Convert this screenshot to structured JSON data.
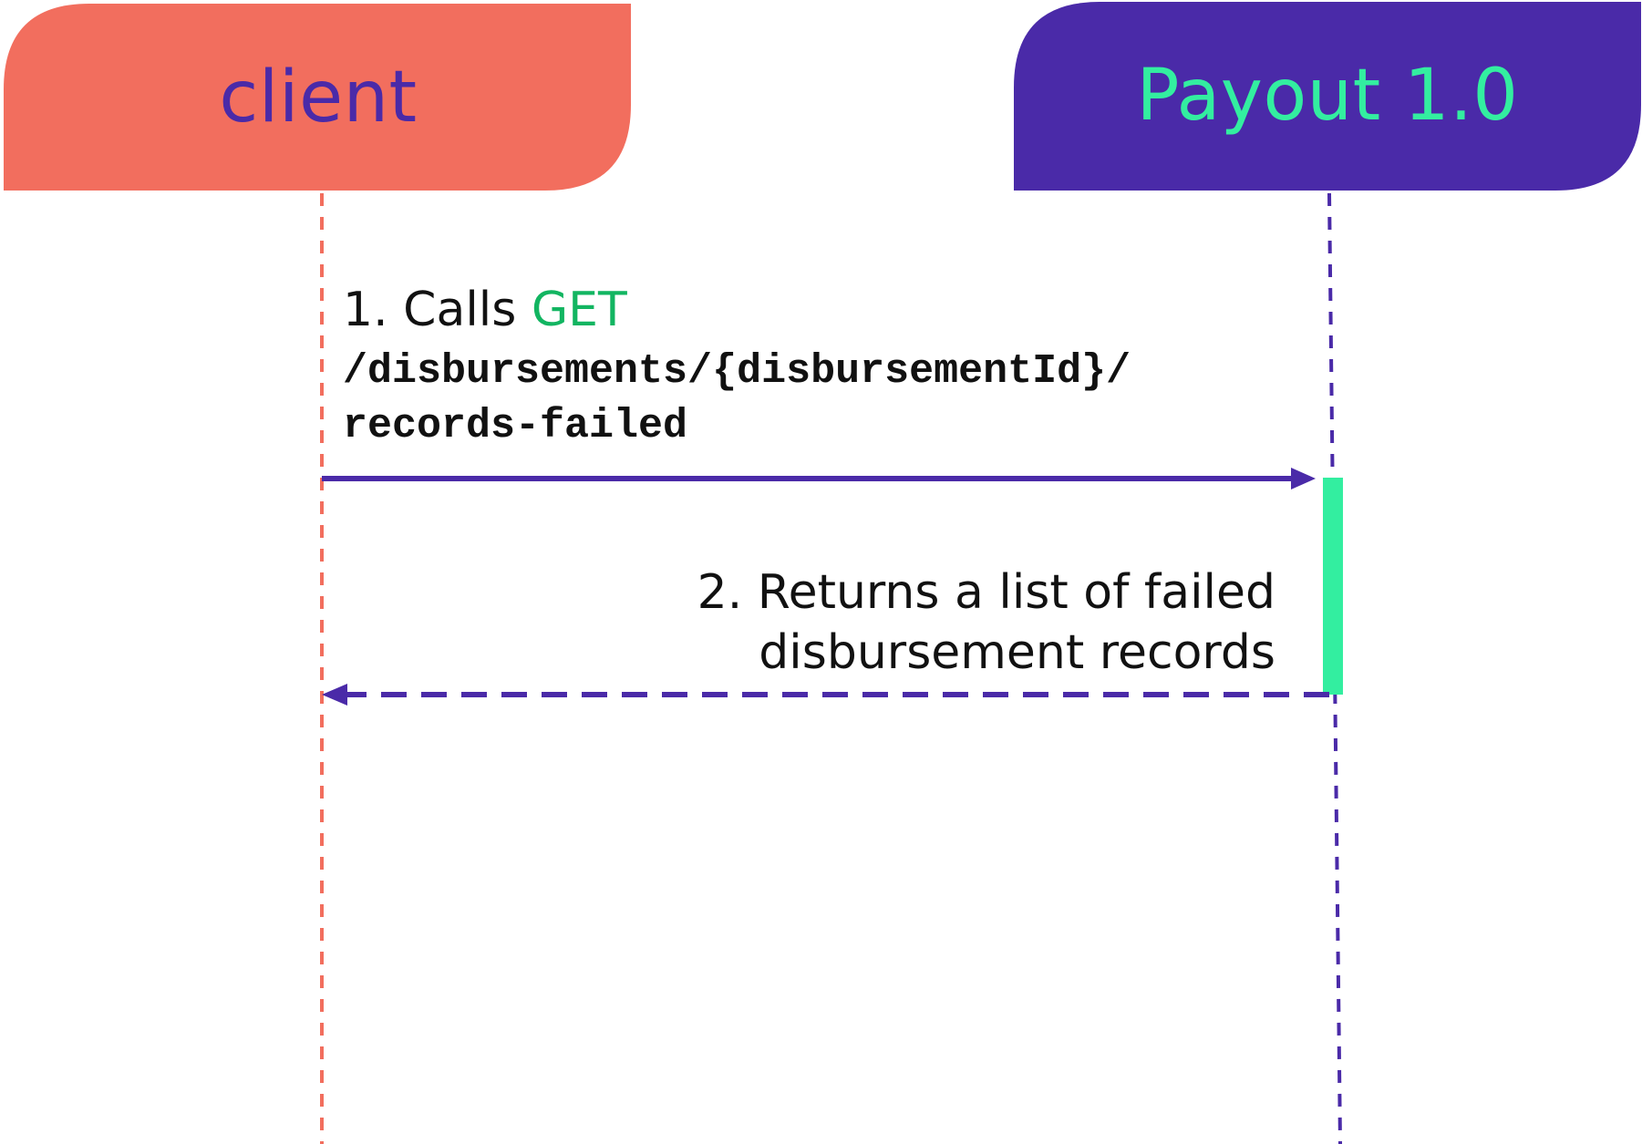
{
  "participants": {
    "client": {
      "label": "client",
      "color": "#f26e5e",
      "text_color": "#4a2aa8"
    },
    "payout": {
      "label": "Payout 1.0",
      "color": "#4a2aa8",
      "text_color": "#33eea0"
    }
  },
  "messages": [
    {
      "number_text": "1. Calls",
      "method": "GET",
      "path_line1": "/disbursements/{disbursementId}/",
      "path_line2": "records-failed",
      "style": "solid"
    },
    {
      "line1": "2. Returns a list of failed",
      "line2": "disbursement records",
      "style": "dashed"
    }
  ],
  "colors": {
    "arrow": "#4a2aa8",
    "activation": "#33eea0",
    "method": "#12b561",
    "client_lifeline": "#f26e5e",
    "payout_lifeline": "#4a2aa8"
  }
}
